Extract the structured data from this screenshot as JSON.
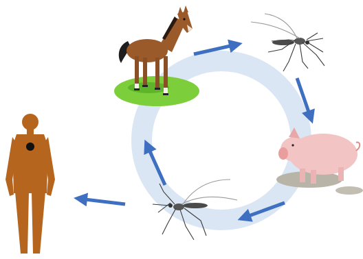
{
  "diagram": {
    "nodes": [
      {
        "id": "horse",
        "icon": "horse-icon"
      },
      {
        "id": "mosquito-top",
        "icon": "mosquito-icon"
      },
      {
        "id": "pig",
        "icon": "pig-icon"
      },
      {
        "id": "mosquito-bottom",
        "icon": "mosquito-icon"
      },
      {
        "id": "human",
        "icon": "human-icon"
      }
    ],
    "edges": [
      {
        "from": "horse",
        "to": "mosquito-top"
      },
      {
        "from": "mosquito-top",
        "to": "pig"
      },
      {
        "from": "pig",
        "to": "mosquito-bottom"
      },
      {
        "from": "mosquito-bottom",
        "to": "horse"
      },
      {
        "from": "mosquito-bottom",
        "to": "human"
      }
    ],
    "colors": {
      "cycle_ring": "#dbe6f4",
      "arrow": "#3f6fc0",
      "horse": "#9a5a2a",
      "grass": "#7ccf3a",
      "pig": "#f3c4c4",
      "human": "#b5651d",
      "mosquito": "#3a3a3a",
      "mud": "#b8b4a8"
    }
  }
}
